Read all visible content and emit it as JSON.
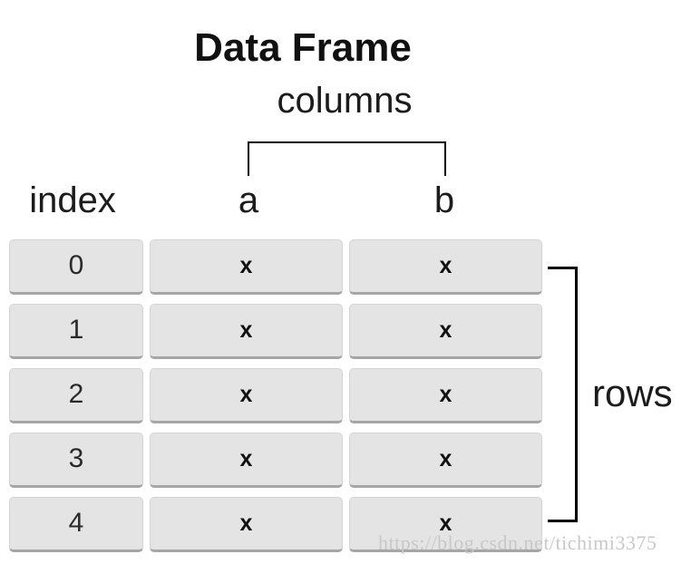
{
  "title": "Data Frame",
  "labels": {
    "columns": "columns",
    "rows": "rows",
    "index_header": "index",
    "col_a": "a",
    "col_b": "b"
  },
  "rows": [
    {
      "index": "0",
      "a": "x",
      "b": "x"
    },
    {
      "index": "1",
      "a": "x",
      "b": "x"
    },
    {
      "index": "2",
      "a": "x",
      "b": "x"
    },
    {
      "index": "3",
      "a": "x",
      "b": "x"
    },
    {
      "index": "4",
      "a": "x",
      "b": "x"
    }
  ],
  "watermark": "https://blog.csdn.net/tichimi3375",
  "colors": {
    "background": "#ffffff",
    "cell_bg": "#e4e4e4",
    "cell_shadow": "#a6a6a6",
    "bracket_line": "#000000",
    "text": "#1c1c1c",
    "watermark": "#c8c8c8"
  }
}
